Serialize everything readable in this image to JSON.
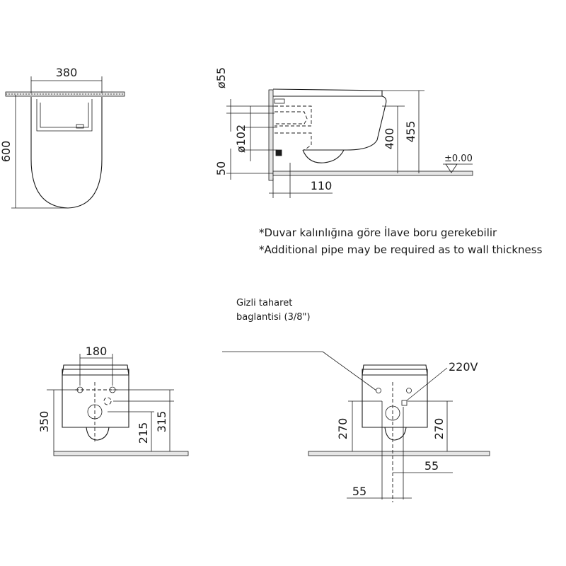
{
  "top_left": {
    "width_dim": "380",
    "height_dim": "600"
  },
  "side_view": {
    "pipe_dia": "ø55",
    "outlet_dia": "ø102",
    "floor_gap": "50",
    "wall_offset": "110",
    "height_400": "400",
    "height_455": "455",
    "level_mark": "±0.00"
  },
  "notes": {
    "line_tr": "*Duvar kalınlığına göre İlave boru gerekebilir",
    "line_en": "*Additional pipe may be required as to wall thickness"
  },
  "bidet_label": {
    "line1": "Gizli  taharet",
    "line2": "baglantisi  (3/8\")"
  },
  "front_left": {
    "width_dim": "180",
    "h350": "350",
    "h215": "215",
    "h315": "315"
  },
  "front_right": {
    "power": "220V",
    "h270_left": "270",
    "h270_right": "270",
    "w55_right": "55",
    "w55_bottom": "55"
  }
}
